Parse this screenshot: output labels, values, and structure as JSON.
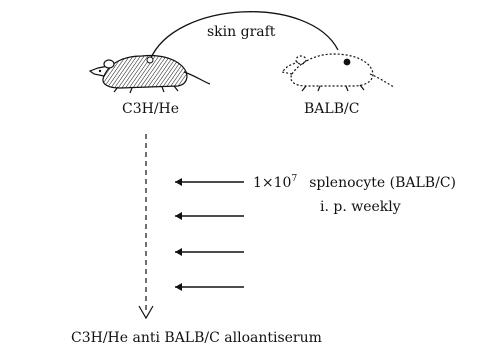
{
  "labels": {
    "arc_label": "skin graft",
    "left_mouse": "C3H/He",
    "right_mouse": "BALB/C",
    "dose_prefix": "1×10",
    "dose_exponent": "7",
    "dose_text": "splenocyte (BALB/C)",
    "route": "i. p. weekly",
    "result": "C3H/He anti BALB/C alloantiserum"
  },
  "icons": {
    "left_mouse": "mouse-icon",
    "right_mouse": "mouse-icon"
  },
  "colors": {
    "ink": "#111111",
    "background": "#ffffff"
  }
}
